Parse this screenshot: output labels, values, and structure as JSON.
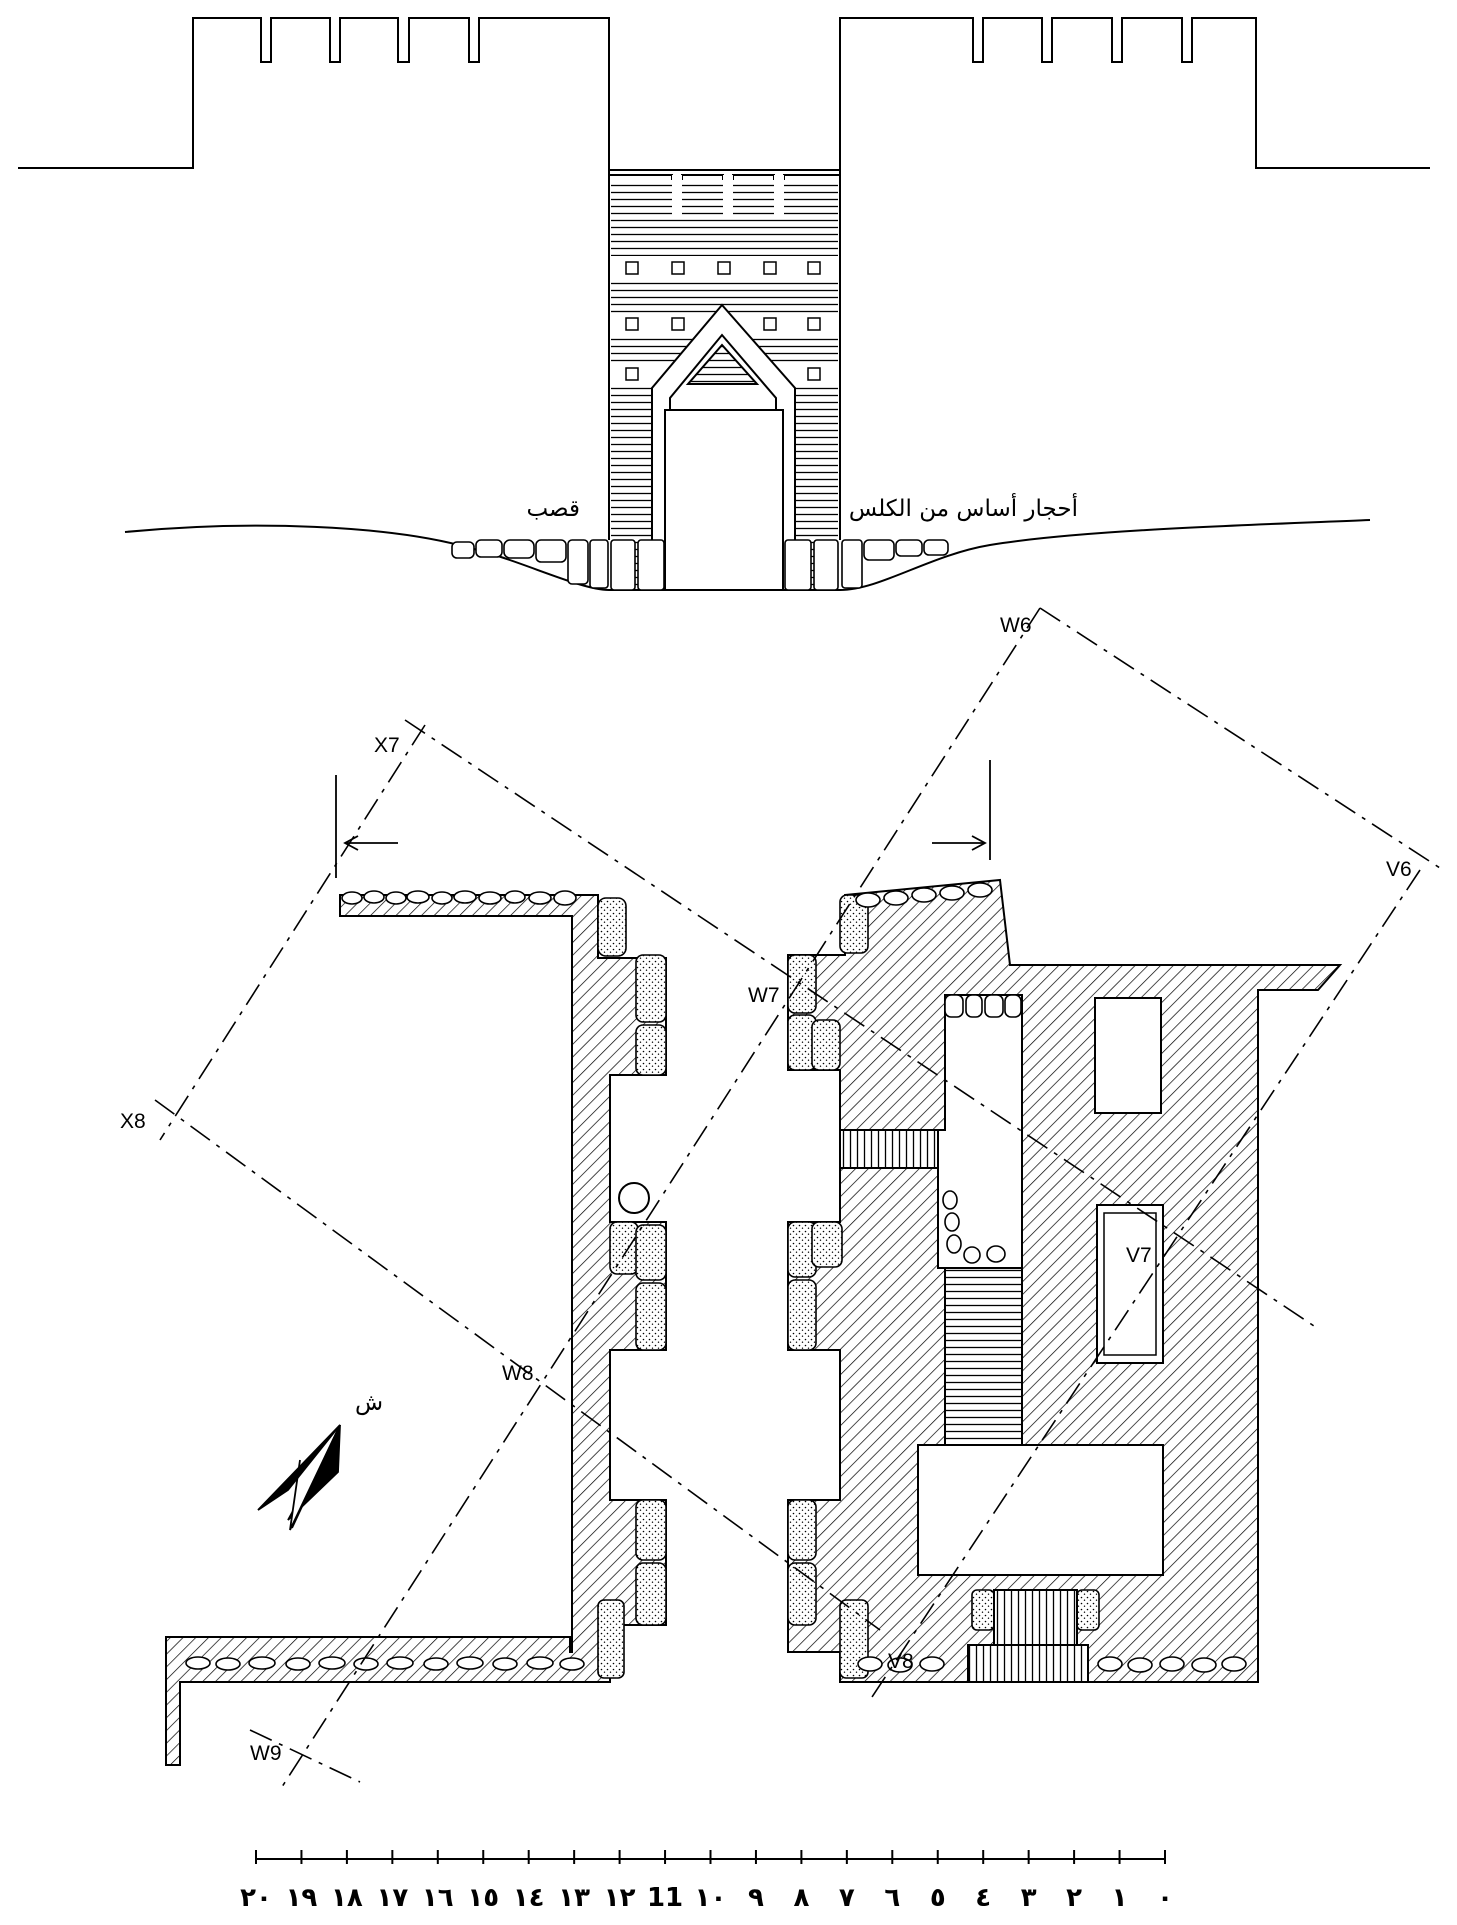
{
  "elevation": {
    "label_left": "قصب",
    "label_right": "أحجار أساس من الكلس"
  },
  "plan": {
    "section_labels": {
      "w6": "W6",
      "v6": "V6",
      "x7": "X7",
      "w7": "W7",
      "x8": "X8",
      "w8": "W8",
      "v7": "V7",
      "v8": "V8",
      "w9": "W9"
    },
    "north_label": "ش"
  },
  "scale_bar": {
    "labels": [
      "٠",
      "١",
      "٢",
      "٣",
      "٤",
      "٥",
      "٦",
      "٧",
      "٨",
      "٩",
      "١٠",
      "11",
      "١٢",
      "١٣",
      "١٤",
      "١٥",
      "١٦",
      "١٧",
      "١٨",
      "١٩",
      "٢٠"
    ]
  },
  "colors": {
    "ink": "#000000",
    "background": "#ffffff"
  }
}
